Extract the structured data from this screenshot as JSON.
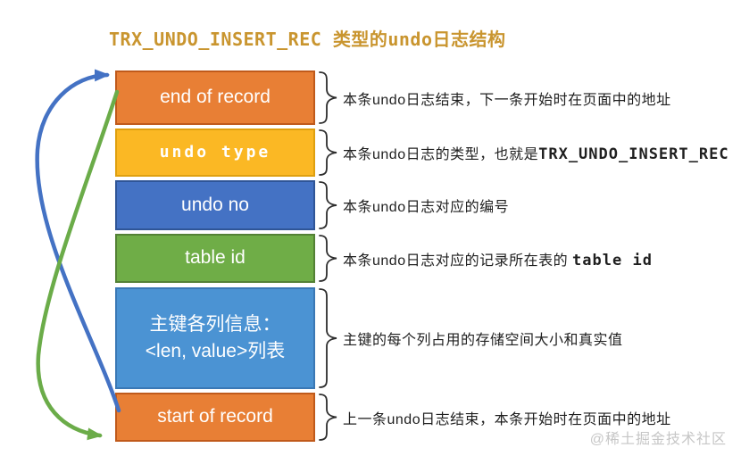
{
  "title": "TRX_UNDO_INSERT_REC 类型的undo日志结构",
  "watermark": "@稀土掘金技术社区",
  "colors": {
    "title": "#C9952F",
    "arrow_blue": "#4472C4",
    "arrow_green": "#6BAC49",
    "brace_stroke": "#2d2d2d",
    "annotation_text": "#1f1f1f"
  },
  "blocks": [
    {
      "label": "end of record",
      "fill": "#E87F35",
      "border": "#C05A1B"
    },
    {
      "label": "undo type",
      "fill": "#FBB824",
      "border": "#DFA00F"
    },
    {
      "label": "undo no",
      "fill": "#4472C4",
      "border": "#2F5597"
    },
    {
      "label": "table id",
      "fill": "#6FAD47",
      "border": "#538135"
    },
    {
      "label_line1": "主键各列信息：",
      "label_line2": "<len, value>列表",
      "fill": "#4B93D3",
      "border": "#3A78B5"
    },
    {
      "label": "start of record",
      "fill": "#E87F35",
      "border": "#C05A1B"
    }
  ],
  "annotations": [
    {
      "text": "本条undo日志结束，下一条开始时在页面中的地址"
    },
    {
      "text": "本条undo日志的类型，也就是",
      "code": "TRX_UNDO_INSERT_REC"
    },
    {
      "text": "本条undo日志对应的编号"
    },
    {
      "text": "本条undo日志对应的记录所在表的 ",
      "code": "table id"
    },
    {
      "text": "主键的每个列占用的存储空间大小和真实值"
    },
    {
      "text": "上一条undo日志结束，本条开始时在页面中的地址"
    }
  ]
}
